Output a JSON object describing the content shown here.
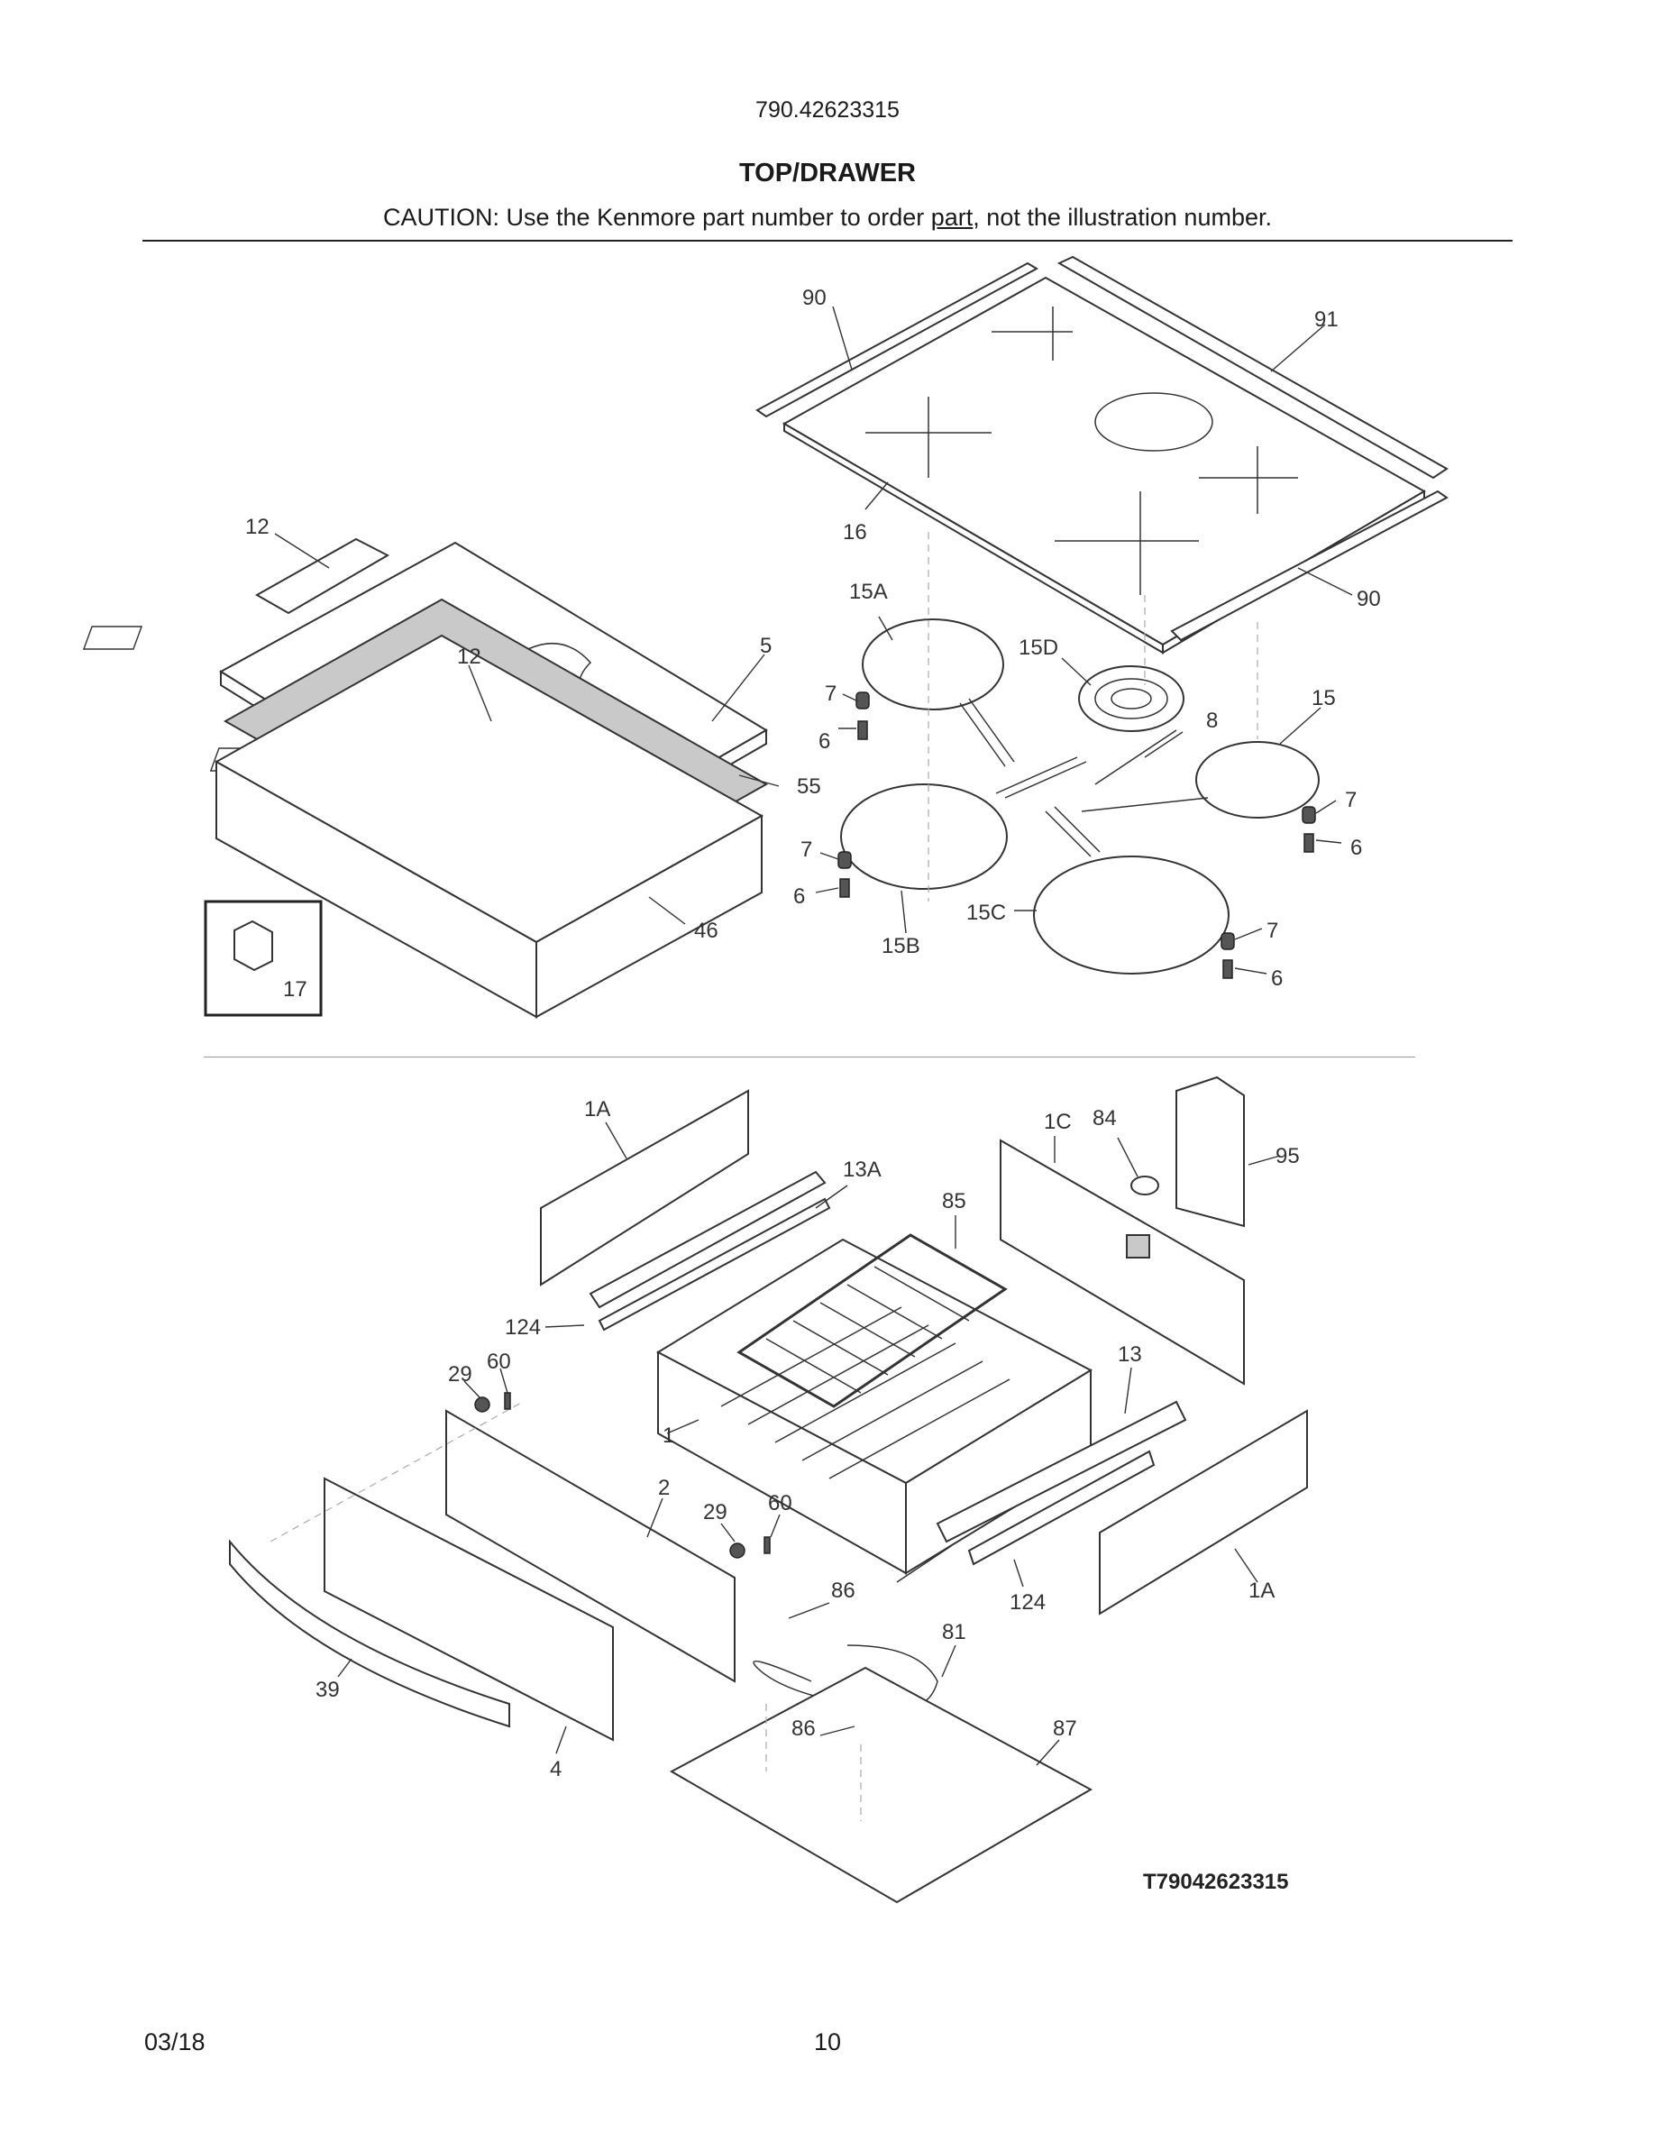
{
  "header": {
    "model_number": "790.42623315",
    "section_title": "TOP/DRAWER",
    "caution_prefix": "CAUTION: Use the Kenmore part number to order ",
    "caution_link": "part",
    "caution_suffix": ", not the illustration number."
  },
  "diagram": {
    "top_section_labels": [
      "90",
      "91",
      "16",
      "90",
      "12",
      "12",
      "5",
      "55",
      "46",
      "17",
      "15A",
      "15D",
      "7",
      "6",
      "8",
      "15",
      "7",
      "6",
      "7",
      "6",
      "15B",
      "15C",
      "7",
      "6"
    ],
    "bottom_section_labels": [
      "1A",
      "1C",
      "84",
      "95",
      "13A",
      "85",
      "124",
      "60",
      "29",
      "13",
      "1",
      "2",
      "29",
      "60",
      "86",
      "81",
      "124",
      "1A",
      "39",
      "86",
      "87",
      "4"
    ],
    "drawing_code": "T79042623315"
  },
  "footer": {
    "date": "03/18",
    "page_number": "10"
  }
}
